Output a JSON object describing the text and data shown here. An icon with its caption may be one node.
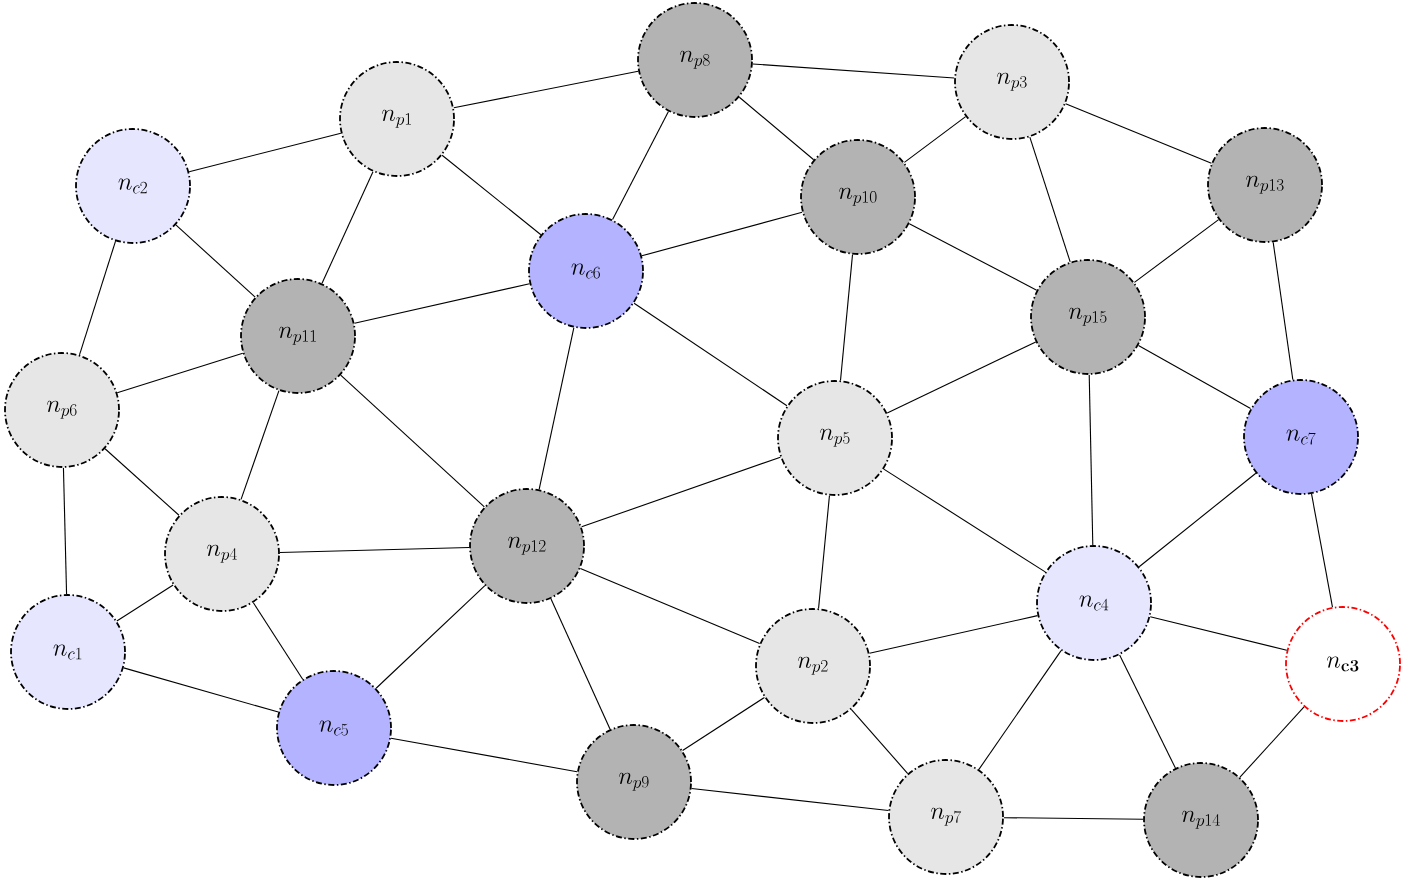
{
  "diagram": {
    "nodes": [
      {
        "text": [
          "n_{c2}"
        ]
      },
      {
        "text": [
          "n_{p1}"
        ]
      },
      {
        "text": [
          "n_{p8}"
        ]
      },
      {
        "text": [
          "n_{p3}"
        ]
      },
      {
        "text": [
          "n_{p10}"
        ]
      },
      {
        "text": [
          "n_{p13}"
        ]
      },
      {
        "text": [
          "n_{c6}"
        ]
      },
      {
        "text": [
          "n_{p11}"
        ]
      },
      {
        "text": [
          "n_{p15}"
        ]
      },
      {
        "text": [
          "n_{p6}"
        ]
      },
      {
        "text": [
          "n_{p5}"
        ]
      },
      {
        "text": [
          "n_{c7}"
        ]
      },
      {
        "text": [
          "n_{p12}"
        ]
      },
      {
        "text": [
          "n_{p4}"
        ]
      },
      {
        "text": [
          "n_{c4}"
        ]
      },
      {
        "text": [
          "n_{c1}"
        ]
      },
      {
        "text": [
          "n_{p2}"
        ]
      },
      {
        "text": [
          "n_{\\mathbf{c3}}"
        ]
      },
      {
        "text": [
          "n_{c5}"
        ]
      },
      {
        "text": [
          "n_{p9}"
        ]
      },
      {
        "text": [
          "n_{p7}"
        ]
      },
      {
        "text": [
          "n_{p14}"
        ]
      }
    ],
    "edges": [
      {
        "from": 0,
        "to": 1,
        "arrow": "none"
      },
      {
        "from": 1,
        "to": 2,
        "arrow": "none"
      },
      {
        "from": 2,
        "to": 3,
        "arrow": "none"
      },
      {
        "from": 1,
        "to": 6,
        "arrow": "none"
      },
      {
        "from": 2,
        "to": 6,
        "arrow": "none"
      },
      {
        "from": 2,
        "to": 4,
        "arrow": "none"
      },
      {
        "from": 3,
        "to": 4,
        "arrow": "none"
      },
      {
        "from": 3,
        "to": 5,
        "arrow": "none"
      },
      {
        "from": 3,
        "to": 8,
        "arrow": "none"
      },
      {
        "from": 6,
        "to": 4,
        "arrow": "none"
      },
      {
        "from": 0,
        "to": 7,
        "arrow": "none"
      },
      {
        "from": 0,
        "to": 9,
        "arrow": "none"
      },
      {
        "from": 1,
        "to": 7,
        "arrow": "none"
      },
      {
        "from": 7,
        "to": 6,
        "arrow": "none"
      },
      {
        "from": 4,
        "to": 10,
        "arrow": "none"
      },
      {
        "from": 4,
        "to": 8,
        "arrow": "none"
      },
      {
        "from": 5,
        "to": 8,
        "arrow": "none"
      },
      {
        "from": 5,
        "to": 11,
        "arrow": "none"
      },
      {
        "from": 8,
        "to": 11,
        "arrow": "none"
      },
      {
        "from": 8,
        "to": 10,
        "arrow": "none"
      },
      {
        "from": 8,
        "to": 14,
        "arrow": "none"
      },
      {
        "from": 9,
        "to": 7,
        "arrow": "none"
      },
      {
        "from": 9,
        "to": 13,
        "arrow": "none"
      },
      {
        "from": 9,
        "to": 15,
        "arrow": "none"
      },
      {
        "from": 7,
        "to": 13,
        "arrow": "none"
      },
      {
        "from": 7,
        "to": 12,
        "arrow": "none"
      },
      {
        "from": 6,
        "to": 12,
        "arrow": "none"
      },
      {
        "from": 6,
        "to": 10,
        "arrow": "none"
      },
      {
        "from": 10,
        "to": 12,
        "arrow": "none"
      },
      {
        "from": 10,
        "to": 14,
        "arrow": "none"
      },
      {
        "from": 10,
        "to": 16,
        "arrow": "none"
      },
      {
        "from": 12,
        "to": 13,
        "arrow": "none"
      },
      {
        "from": 13,
        "to": 15,
        "arrow": "none"
      },
      {
        "from": 13,
        "to": 18,
        "arrow": "none"
      },
      {
        "from": 15,
        "to": 18,
        "arrow": "none"
      },
      {
        "from": 18,
        "to": 12,
        "arrow": "none"
      },
      {
        "from": 18,
        "to": 19,
        "arrow": "none"
      },
      {
        "from": 12,
        "to": 19,
        "arrow": "none"
      },
      {
        "from": 12,
        "to": 16,
        "arrow": "none"
      },
      {
        "from": 16,
        "to": 19,
        "arrow": "none"
      },
      {
        "from": 16,
        "to": 14,
        "arrow": "none"
      },
      {
        "from": 16,
        "to": 20,
        "arrow": "none"
      },
      {
        "from": 14,
        "to": 11,
        "arrow": "none"
      },
      {
        "from": 11,
        "to": 17,
        "arrow": "none"
      },
      {
        "from": 14,
        "to": 17,
        "arrow": "none"
      },
      {
        "from": 14,
        "to": 20,
        "arrow": "none"
      },
      {
        "from": 14,
        "to": 21,
        "arrow": "none"
      },
      {
        "from": 17,
        "to": 21,
        "arrow": "none"
      },
      {
        "from": 19,
        "to": 20,
        "arrow": "none"
      },
      {
        "from": 20,
        "to": 21,
        "arrow": "none"
      }
    ]
  }
}
